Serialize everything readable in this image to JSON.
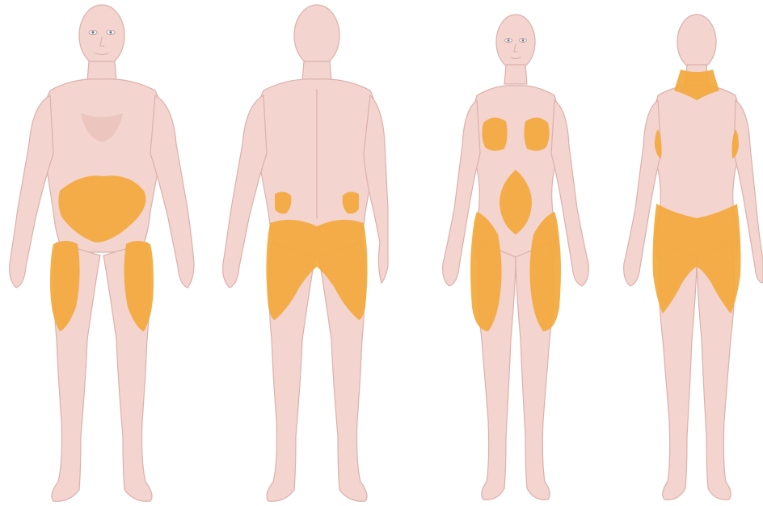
{
  "colors": {
    "background": "#ffffff",
    "skin": "#f3d4cf",
    "skin_shade": "#e3b8b1",
    "skin_edge": "#dcb1ab",
    "highlight_zone": "#f2a93c"
  },
  "figures": [
    {
      "sex": "male",
      "view": "front",
      "zones": [
        "abdomen",
        "left-thigh",
        "right-thigh"
      ]
    },
    {
      "sex": "male",
      "view": "back",
      "zones": [
        "left-flank",
        "right-flank",
        "buttocks-and-back-thighs"
      ]
    },
    {
      "sex": "female",
      "view": "front",
      "zones": [
        "left-breast",
        "right-breast",
        "abdomen",
        "left-thigh",
        "right-thigh"
      ]
    },
    {
      "sex": "female",
      "view": "back",
      "zones": [
        "upper-back-neck",
        "left-side",
        "right-side",
        "buttocks-and-back-thighs"
      ]
    }
  ]
}
